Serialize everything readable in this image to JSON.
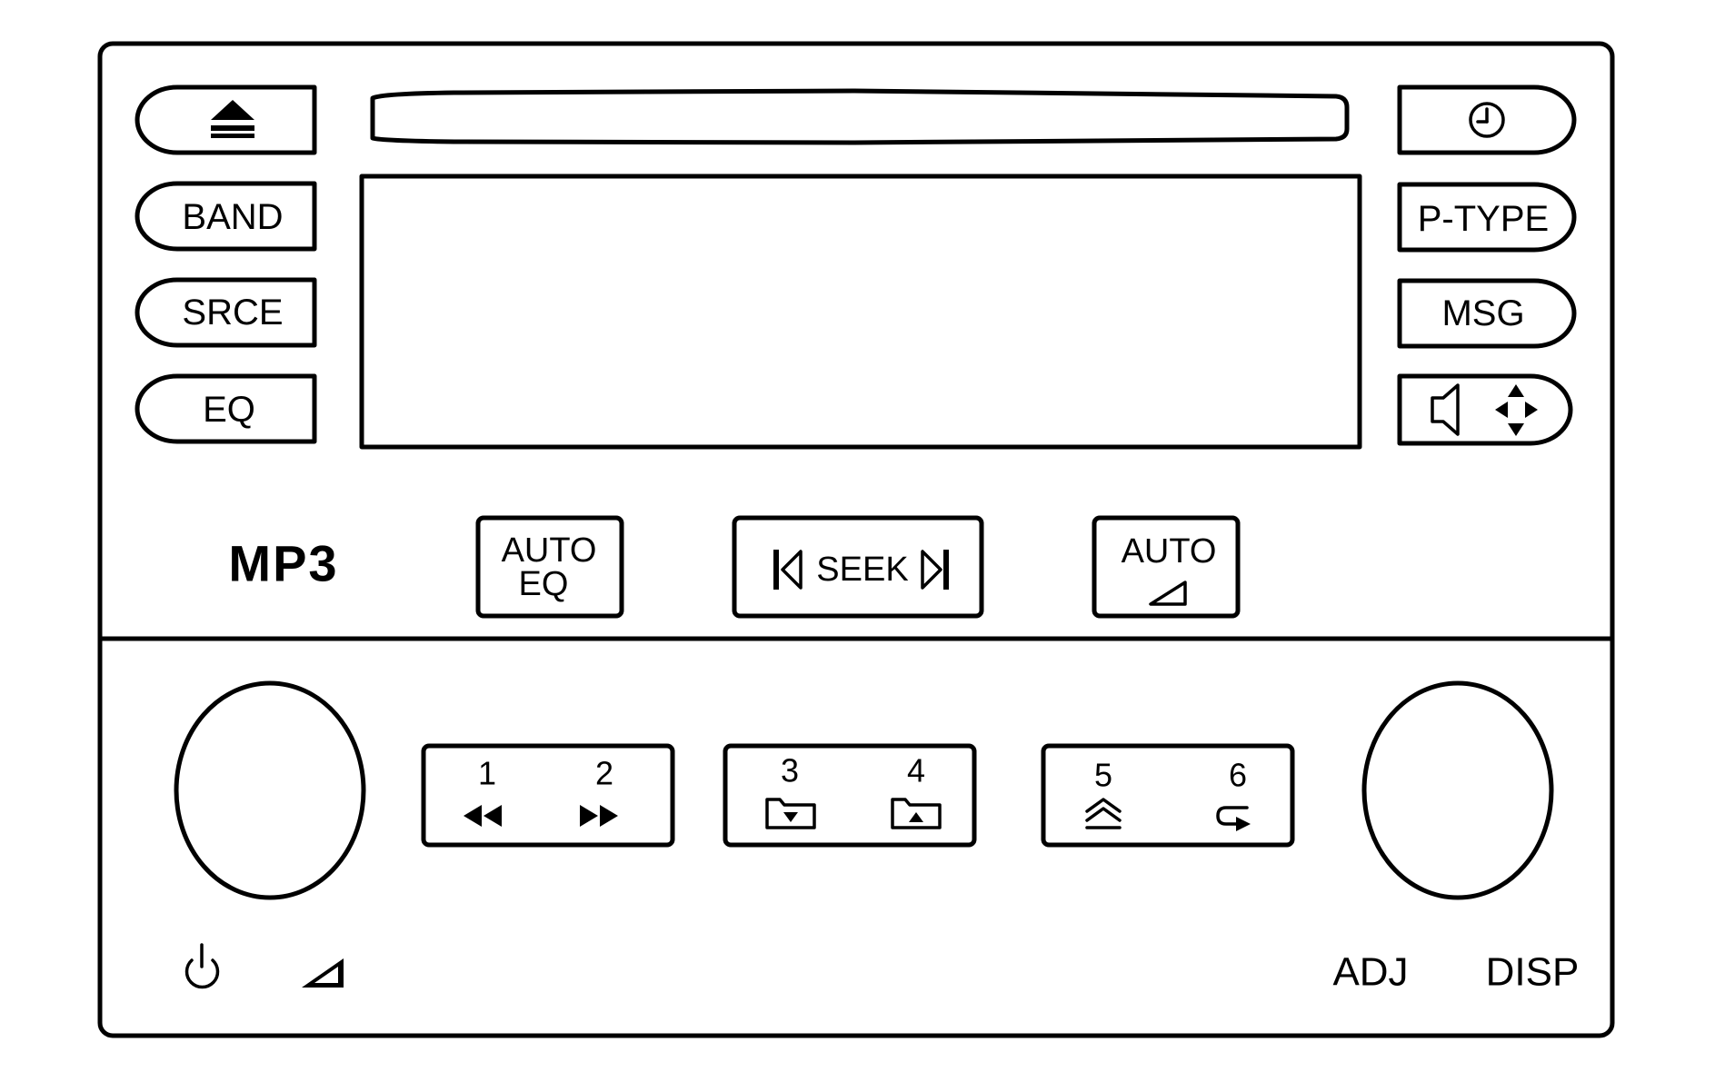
{
  "left_buttons": {
    "eject_icon": "eject-icon",
    "band": "BAND",
    "source": "SRCE",
    "equalizer": "EQ"
  },
  "right_buttons": {
    "clock_icon": "clock-icon",
    "program_type": "P-TYPE",
    "message": "MSG",
    "audio_icons": [
      "speaker-icon",
      "four-way-arrows-icon"
    ]
  },
  "logo": "MP3",
  "auto_eq": {
    "line1": "AUTO",
    "line2": "EQ"
  },
  "seek": {
    "label": "SEEK",
    "icons": [
      "seek-back-icon",
      "seek-forward-icon"
    ]
  },
  "auto_volume": {
    "label": "AUTO",
    "icon": "volume-ramp-icon"
  },
  "presets": [
    {
      "num": "1",
      "icon": "rewind-icon"
    },
    {
      "num": "2",
      "icon": "fast-forward-icon"
    },
    {
      "num": "3",
      "icon": "folder-down-icon"
    },
    {
      "num": "4",
      "icon": "folder-up-icon"
    },
    {
      "num": "5",
      "icon": "random-icon"
    },
    {
      "num": "6",
      "icon": "repeat-icon"
    }
  ],
  "bottom_labels": {
    "power_icon": "power-icon",
    "volume_icon": "volume-ramp-icon",
    "adjust": "ADJ",
    "display": "DISP"
  }
}
